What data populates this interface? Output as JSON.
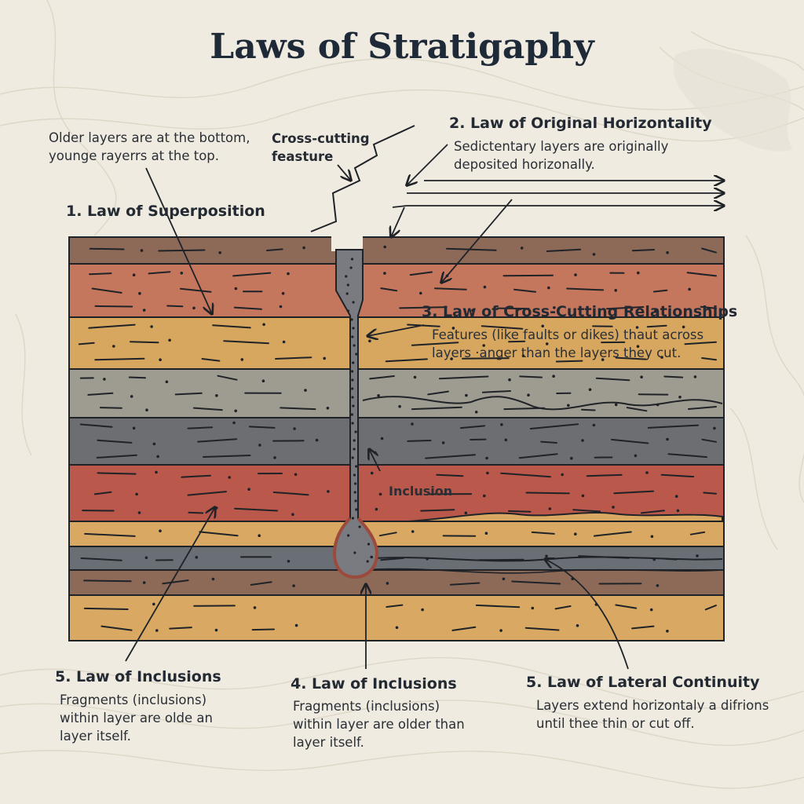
{
  "title": "Laws of Stratigaphy",
  "superposition": {
    "heading": "1. Law of Superposition",
    "note_line1": "Older layers are at the bottom,",
    "note_line2": "younge rayerrs at the top."
  },
  "cross_cutting_feature": {
    "line1": "Cross-cutting",
    "line2": "feasture"
  },
  "original_horizontality": {
    "heading": "2. Law of Original Horizontality",
    "line1": "Sedictentary layers are originally",
    "line2": "deposited horizonally."
  },
  "cross_cutting_relationships": {
    "heading": "3. Law of Cross-Cutting Relationships",
    "line1": "Features (like faults or dikes) thaut across",
    "line2": "layers ·anger than the layers they cut."
  },
  "inclusion_label": "Inclusion",
  "inclusions_left": {
    "heading": "5. Law of Inclusions",
    "line1": "Fragments (inclusions)",
    "line2": "within layer are olde an",
    "line3": "layer itself."
  },
  "inclusions_center": {
    "heading": "4. Law of Inclusions",
    "line1": "Fragments (inclusions)",
    "line2": "within layer are older than",
    "line3": "layer itself."
  },
  "lateral_continuity": {
    "heading": "5. Law of Lateral Continuity",
    "line1": "Layers extend horizontaly a difrions",
    "line2": "until thee thin or cut off."
  },
  "colors": {
    "background": "#efebe0",
    "layer_brown": "#8d6a58",
    "layer_terracotta": "#c4775d",
    "layer_ochre": "#d7a760",
    "layer_gray_light": "#9e9b90",
    "layer_gray_dark": "#6d6e71",
    "layer_red": "#b9584b",
    "layer_blue_gray": "#6a6f76",
    "layer_sand": "#d9a963",
    "dike": "#7a7b80"
  }
}
